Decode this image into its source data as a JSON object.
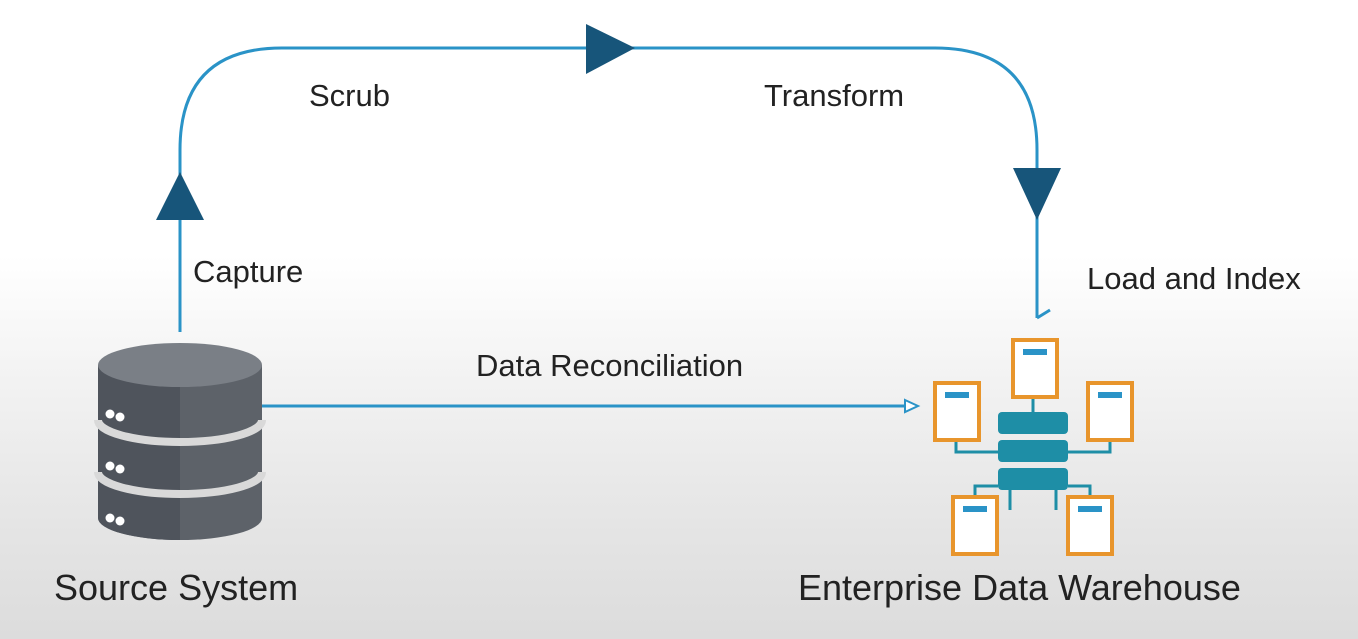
{
  "diagram": {
    "nodes": {
      "source": {
        "label": "Source System",
        "icon": "database-icon"
      },
      "warehouse": {
        "label": "Enterprise Data Warehouse",
        "icon": "server-network-icon"
      }
    },
    "steps": {
      "capture": "Capture",
      "scrub": "Scrub",
      "transform": "Transform",
      "load": "Load and Index",
      "reconcile": "Data Reconciliation"
    },
    "colors": {
      "line": "#2a93c7",
      "arrowhead": "#17557a",
      "database_dark": "#4f545c",
      "database_light": "#5d6269",
      "server_teal": "#1e8ea6",
      "client_orange": "#e8952c",
      "client_screen": "#2a93c7"
    }
  }
}
